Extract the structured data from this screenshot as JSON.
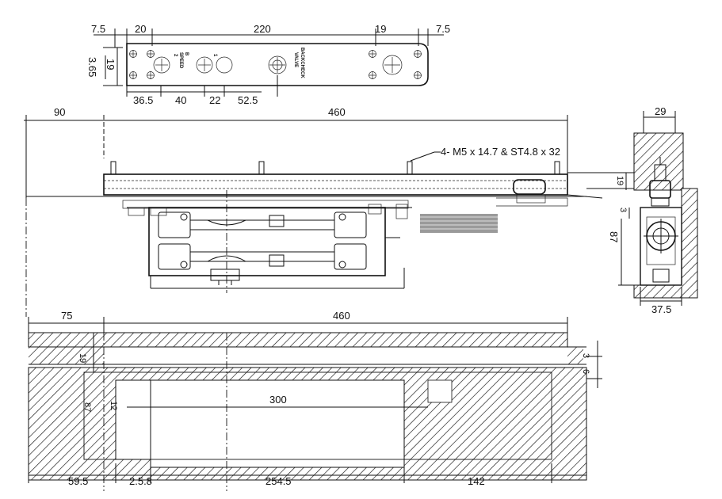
{
  "colors": {
    "ink": "#111111",
    "paper": "#ffffff",
    "grey_block": "#9a9a9a"
  },
  "plate": {
    "dims_top": [
      "7.5",
      "20",
      "220",
      "19",
      "7.5"
    ],
    "dims_left": [
      "3.65",
      "19"
    ],
    "dims_bottom": [
      "36.5",
      "40",
      "22",
      "52.5"
    ],
    "labels": {
      "a": "2",
      "b": "1",
      "c": "SPEED",
      "d": "B",
      "e": "BACKCHECK",
      "f": "VALVE"
    }
  },
  "elevation": {
    "dims_top": [
      "90",
      "460"
    ],
    "callout": "4- M5 x 14.7 & ST4.8 x 32"
  },
  "side": {
    "dims": [
      "29",
      "19",
      "3",
      "87",
      "37.5"
    ]
  },
  "plan": {
    "dims_top": [
      "75",
      "460"
    ],
    "dims_left": [
      "19",
      "87",
      "12"
    ],
    "dims_right": [
      "3",
      "6"
    ],
    "dim_center": "300",
    "dims_bottom": [
      "59.5",
      "2.5.8",
      "254.5",
      "142"
    ]
  }
}
